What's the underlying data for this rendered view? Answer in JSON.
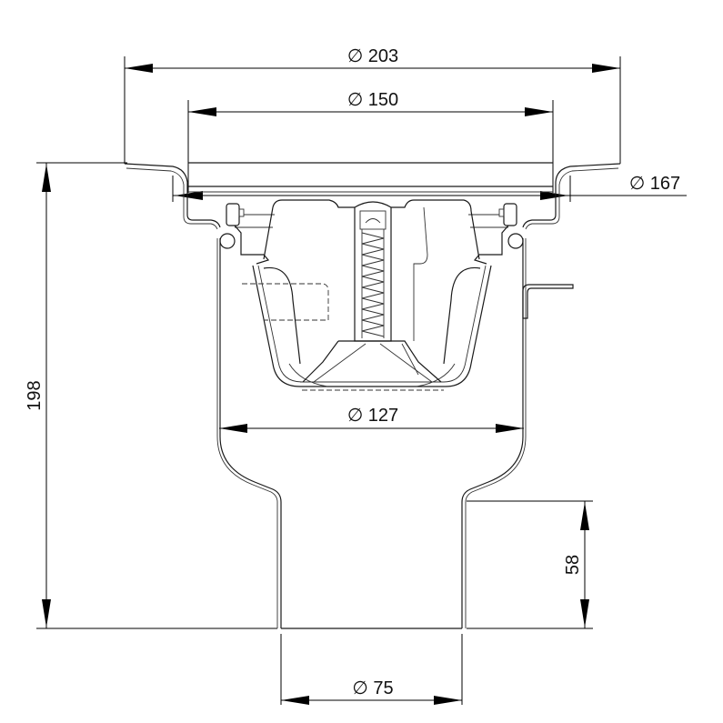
{
  "drawing": {
    "title": "Floor drain technical drawing",
    "units": "mm",
    "dimensions": {
      "d203": {
        "symbol": "⌀",
        "value": "203",
        "label": "∅ 203"
      },
      "d150": {
        "symbol": "⌀",
        "value": "150",
        "label": "∅ 150"
      },
      "d167": {
        "symbol": "⌀",
        "value": "167",
        "label": "∅ 167"
      },
      "d127": {
        "symbol": "⌀",
        "value": "127",
        "label": "∅ 127"
      },
      "d75": {
        "symbol": "⌀",
        "value": "75",
        "label": "∅ 75"
      },
      "h198": {
        "value": "198",
        "label": "198"
      },
      "h58": {
        "value": "58",
        "label": "58"
      }
    },
    "colors": {
      "line": "#1a1a1a",
      "background": "#ffffff"
    }
  }
}
